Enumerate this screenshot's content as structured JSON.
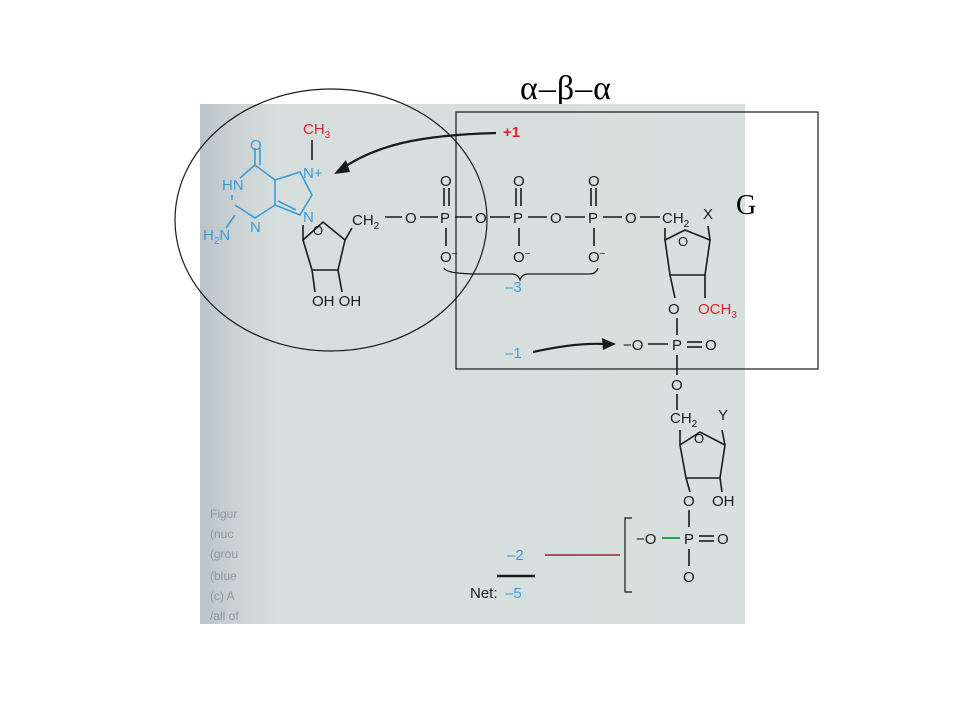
{
  "slide": {
    "title": "α–β–α",
    "region_label": "G"
  },
  "structure": {
    "methyl_label": "CH3",
    "charge_plus": "+1",
    "charge_triphosphate": "–3",
    "charge_phosphodiester_1": "–1",
    "charge_phosphodiester_2": "–2",
    "net_label": "Net:",
    "net_value": "–5",
    "substituent_x": "X",
    "substituent_y": "Y",
    "methoxy": "OCH3",
    "hydroxyls": "OH OH",
    "amine": "H2N",
    "imine_nh": "HN",
    "n7": "N+",
    "n9": "N",
    "n3": "N",
    "carbonyl_o": "O",
    "oh_bottom": "OH"
  },
  "caption_fragments": [
    "Figur",
    "(nuc",
    "(grou",
    "(blue",
    "(c) A",
    "/all of"
  ],
  "colors": {
    "panel_background": "#d6dedd",
    "base_blue": "#3a9bd8",
    "highlight_red": "#d8252a",
    "bond_green": "#2aa04a",
    "connector_brown": "#8a2b2b"
  }
}
